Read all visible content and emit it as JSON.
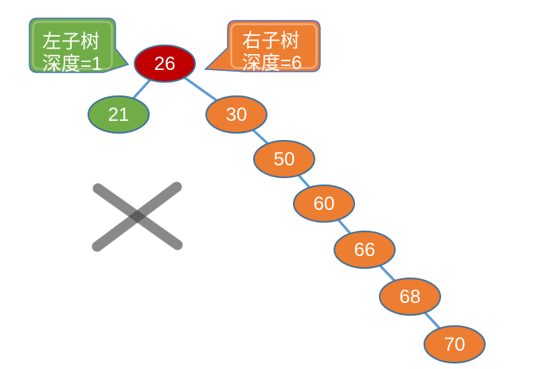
{
  "colors": {
    "edge": "#5B9BD5",
    "node_border": "#41719C",
    "callout_border": "#4472C4",
    "red": "#C00000",
    "green": "#70AD47",
    "orange": "#ED7D31",
    "green_highlight": "#9DC37E",
    "orange_highlight": "#F4B183",
    "cross": "#404040",
    "text": "#FFFFFF"
  },
  "callouts": {
    "left": {
      "line1": "左子树",
      "line2": "深度=1",
      "fill": "#70AD47",
      "highlight": "#9DC37E"
    },
    "right": {
      "line1": "右子树",
      "line2": "深度=6",
      "fill": "#ED7D31",
      "highlight": "#F4B183"
    }
  },
  "tree": {
    "nodes": [
      {
        "id": "26",
        "label": "26",
        "fill": "#C00000"
      },
      {
        "id": "21",
        "label": "21",
        "fill": "#70AD47"
      },
      {
        "id": "30",
        "label": "30",
        "fill": "#ED7D31"
      },
      {
        "id": "50",
        "label": "50",
        "fill": "#ED7D31"
      },
      {
        "id": "60",
        "label": "60",
        "fill": "#ED7D31"
      },
      {
        "id": "66",
        "label": "66",
        "fill": "#ED7D31"
      },
      {
        "id": "68",
        "label": "68",
        "fill": "#ED7D31"
      },
      {
        "id": "70",
        "label": "70",
        "fill": "#ED7D31"
      }
    ],
    "edges": [
      {
        "from": "26",
        "to": "21"
      },
      {
        "from": "26",
        "to": "30"
      },
      {
        "from": "30",
        "to": "50"
      },
      {
        "from": "50",
        "to": "60"
      },
      {
        "from": "60",
        "to": "66"
      },
      {
        "from": "66",
        "to": "68"
      },
      {
        "from": "68",
        "to": "70"
      }
    ]
  }
}
